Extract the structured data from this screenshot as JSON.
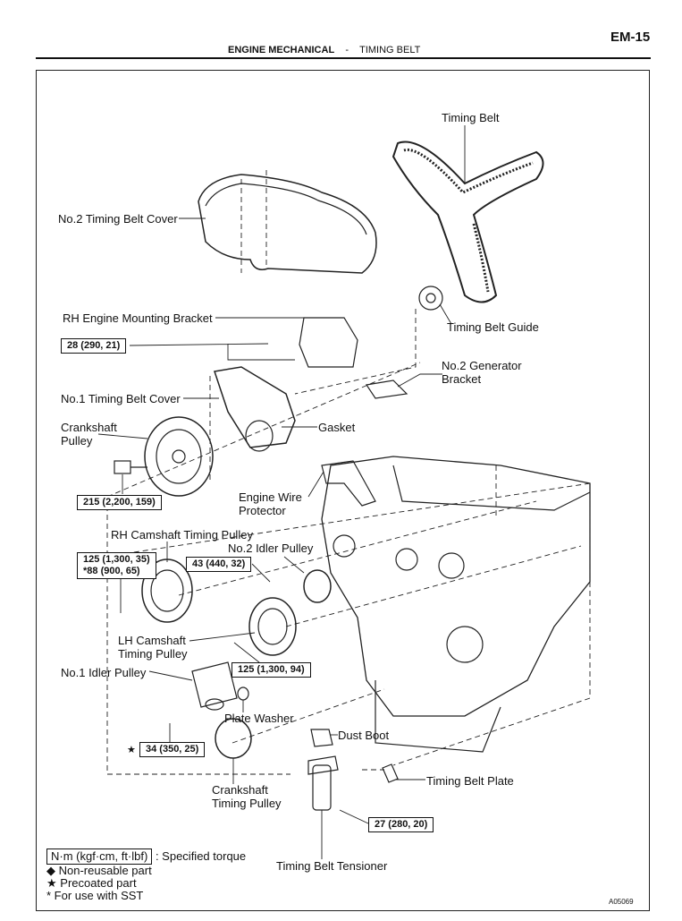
{
  "header": {
    "page_number": "EM-15",
    "section": "ENGINE MECHANICAL",
    "separator": "-",
    "subsection": "TIMING BELT"
  },
  "labels": {
    "timing_belt": "Timing Belt",
    "no2_timing_belt_cover": "No.2 Timing Belt Cover",
    "timing_belt_guide": "Timing Belt Guide",
    "rh_engine_mounting_bracket": "RH Engine Mounting Bracket",
    "no2_generator_bracket_1": "No.2 Generator",
    "no2_generator_bracket_2": "Bracket",
    "no1_timing_belt_cover": "No.1 Timing Belt Cover",
    "crankshaft_pulley_1": "Crankshaft",
    "crankshaft_pulley_2": "Pulley",
    "gasket": "Gasket",
    "engine_wire_protector_1": "Engine Wire",
    "engine_wire_protector_2": "Protector",
    "rh_camshaft_timing_pulley": "RH Camshaft Timing Pulley",
    "no2_idler_pulley": "No.2 Idler Pulley",
    "lh_camshaft_timing_pulley_1": "LH Camshaft",
    "lh_camshaft_timing_pulley_2": "Timing Pulley",
    "no1_idler_pulley": "No.1 Idler Pulley",
    "plate_washer": "Plate Washer",
    "dust_boot": "Dust Boot",
    "timing_belt_plate": "Timing Belt Plate",
    "crankshaft_timing_pulley_1": "Crankshaft",
    "crankshaft_timing_pulley_2": "Timing Pulley",
    "timing_belt_tensioner": "Timing Belt Tensioner"
  },
  "torques": {
    "bracket_bolt": "28 (290, 21)",
    "crankshaft_pulley_bolt": "215 (2,200, 159)",
    "rh_camshaft_bolt_1": "125 (1,300, 35)",
    "rh_camshaft_bolt_2": "*88 (900, 65)",
    "no2_idler_bolt": "43 (440, 32)",
    "lh_camshaft_bolt": "125 (1,300, 94)",
    "no1_idler_bolt": "34 (350, 25)",
    "tensioner_bolt": "27 (280, 20)"
  },
  "legend": {
    "unit": "N·m (kgf·cm, ft·lbf)",
    "unit_desc": ": Specified torque",
    "non_reusable": "Non-reusable part",
    "precoated": "Precoated part",
    "sst": "* For use with SST",
    "diamond_symbol": "◆",
    "star_symbol": "★"
  },
  "figure_id": "A05069"
}
